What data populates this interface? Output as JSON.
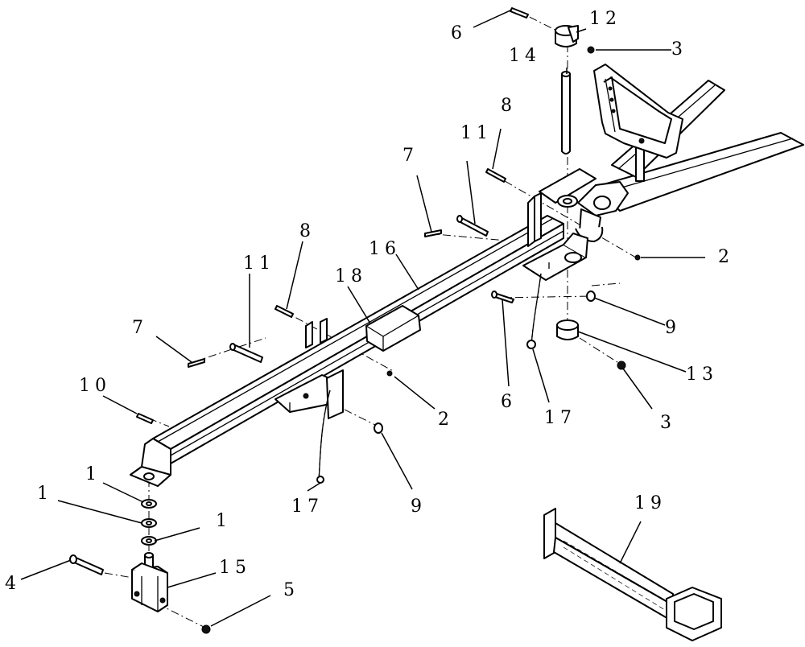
{
  "callouts": [
    {
      "id": "c1a",
      "label": "1"
    },
    {
      "id": "c1b",
      "label": "1"
    },
    {
      "id": "c1c",
      "label": "1"
    },
    {
      "id": "c2a",
      "label": "2"
    },
    {
      "id": "c2b",
      "label": "2"
    },
    {
      "id": "c3a",
      "label": "3"
    },
    {
      "id": "c3b",
      "label": "3"
    },
    {
      "id": "c4",
      "label": "4"
    },
    {
      "id": "c5",
      "label": "5"
    },
    {
      "id": "c6a",
      "label": "6"
    },
    {
      "id": "c6b",
      "label": "6"
    },
    {
      "id": "c7a",
      "label": "7"
    },
    {
      "id": "c7b",
      "label": "7"
    },
    {
      "id": "c8a",
      "label": "8"
    },
    {
      "id": "c8b",
      "label": "8"
    },
    {
      "id": "c9a",
      "label": "9"
    },
    {
      "id": "c9b",
      "label": "9"
    },
    {
      "id": "c10",
      "label": "10"
    },
    {
      "id": "c11a",
      "label": "11"
    },
    {
      "id": "c11b",
      "label": "11"
    },
    {
      "id": "c12",
      "label": "12"
    },
    {
      "id": "c13",
      "label": "13"
    },
    {
      "id": "c14",
      "label": "14"
    },
    {
      "id": "c15",
      "label": "15"
    },
    {
      "id": "c16",
      "label": "16"
    },
    {
      "id": "c17a",
      "label": "17"
    },
    {
      "id": "c17b",
      "label": "17"
    },
    {
      "id": "c18",
      "label": "18"
    },
    {
      "id": "c19",
      "label": "19"
    }
  ]
}
